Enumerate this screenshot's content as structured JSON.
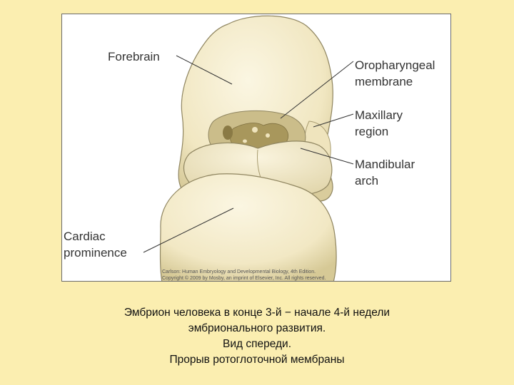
{
  "figure": {
    "labels": {
      "forebrain": "Forebrain",
      "oropharyngeal_line1": "Oropharyngeal",
      "oropharyngeal_line2": "membrane",
      "maxillary_line1": "Maxillary",
      "maxillary_line2": "region",
      "mandibular_line1": "Mandibular",
      "mandibular_line2": "arch",
      "cardiac_line1": "Cardiac",
      "cardiac_line2": "prominence"
    },
    "credit_line1": "Carlson: Human Embryology and Developmental Biology, 4th Edition.",
    "credit_line2": "Copyright © 2009 by Mosby, an imprint of Elsevier, Inc. All rights reserved.",
    "colors": {
      "tissue_fill": "#f4ecc9",
      "tissue_shadow": "#d8cc9e",
      "tissue_outline": "#8f8560",
      "membrane_fill": "#a8975c",
      "membrane_dark": "#8a7a45"
    }
  },
  "caption": {
    "line1": "Эмбрион человека в конце 3-й − начале 4-й недели",
    "line2": "эмбрионального развития.",
    "line3": "Вид спереди.",
    "line4": "Прорыв ротоглоточной мембраны"
  },
  "colors": {
    "page_background": "#fbeeb0",
    "figure_background": "#ffffff",
    "label_text": "#333333"
  }
}
